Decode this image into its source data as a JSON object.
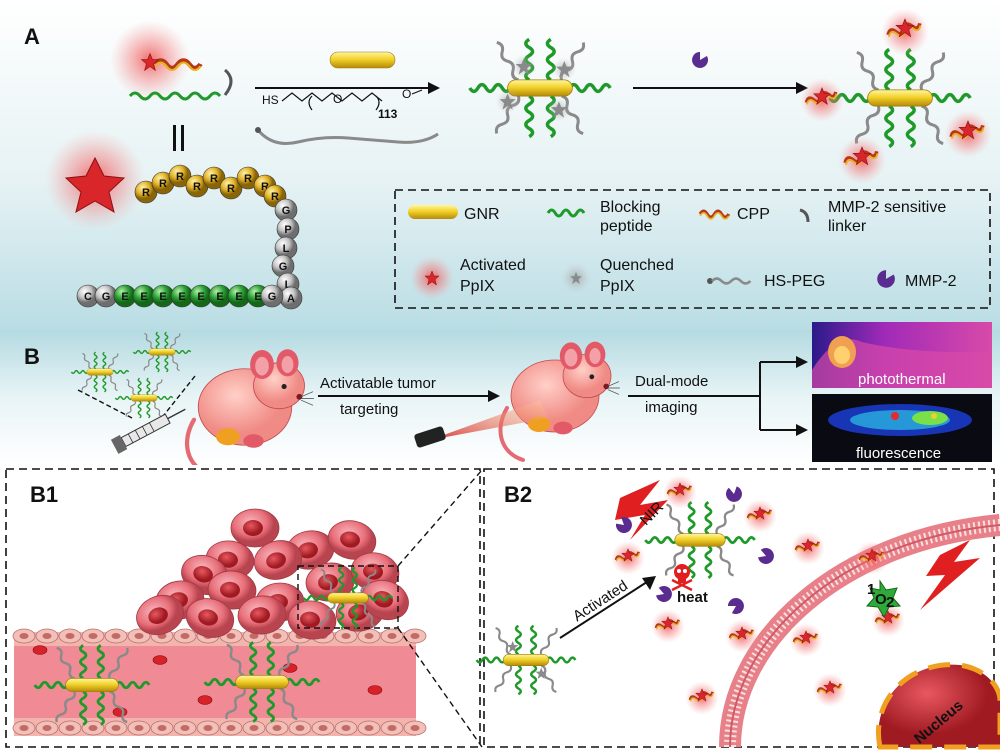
{
  "panels": {
    "a": "A",
    "b": "B",
    "b1": "B1",
    "b2": "B2"
  },
  "sequence": {
    "arg": [
      "R",
      "R",
      "R",
      "R",
      "R",
      "R",
      "R",
      "R",
      "R"
    ],
    "linker": [
      "G",
      "P",
      "L",
      "G",
      "L",
      "A"
    ],
    "glu": [
      "G",
      "E",
      "E",
      "E",
      "E",
      "E",
      "E",
      "E",
      "E"
    ],
    "cap": "C"
  },
  "reagent": {
    "hs": "HS",
    "o1": "O",
    "n": "113",
    "o2": "O"
  },
  "legend": {
    "gnr": "GNR",
    "blocking": [
      "Blocking",
      "peptide"
    ],
    "cpp": "CPP",
    "mmp_linker": [
      "MMP-2 sensitive",
      "linker"
    ],
    "activated": [
      "Activated",
      "PpIX"
    ],
    "quenched": [
      "Quenched",
      "PpIX"
    ],
    "hspeg": "HS-PEG",
    "mmp2": "MMP-2"
  },
  "panel_b": {
    "targeting": [
      "Activatable tumor",
      "targeting"
    ],
    "imaging": [
      "Dual-mode",
      "imaging"
    ],
    "photothermal": "photothermal",
    "fluorescence": "fluorescence"
  },
  "panel_b2": {
    "activated": "Activated",
    "nir": "NIR",
    "heat": "heat",
    "o2": "O",
    "o2_sup": "1",
    "o2_sub": "2",
    "nucleus": "Nucleus"
  },
  "colors": {
    "gold": "#e7c51f",
    "green": "#1f9a2a",
    "red_star": "#d8262a",
    "purple": "#5b2c8f",
    "pink_cell": "#e8707a",
    "vessel": "#f08a94"
  }
}
